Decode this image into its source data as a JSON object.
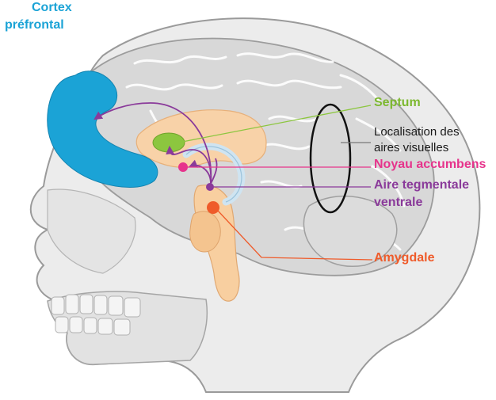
{
  "labels": {
    "cortex_line1": "Cortex",
    "cortex_line2": "préfrontal",
    "septum": "Septum",
    "visual_line1": "Localisation des",
    "visual_line2": "aires visuelles",
    "accumbens": "Noyau accumbens",
    "vta_line1": "Aire tegmentale",
    "vta_line2": "ventrale",
    "amygdale": "Amygdale"
  },
  "colors": {
    "cortex": "#1ba3d6",
    "septum": "#8cc63f",
    "accumbens": "#e6348c",
    "vta": "#8a3a9a",
    "amygdale": "#ef5b2a",
    "limbic": "#f8d2a8",
    "skull": "#e8e8e8",
    "brain": "#d4d4d4"
  }
}
